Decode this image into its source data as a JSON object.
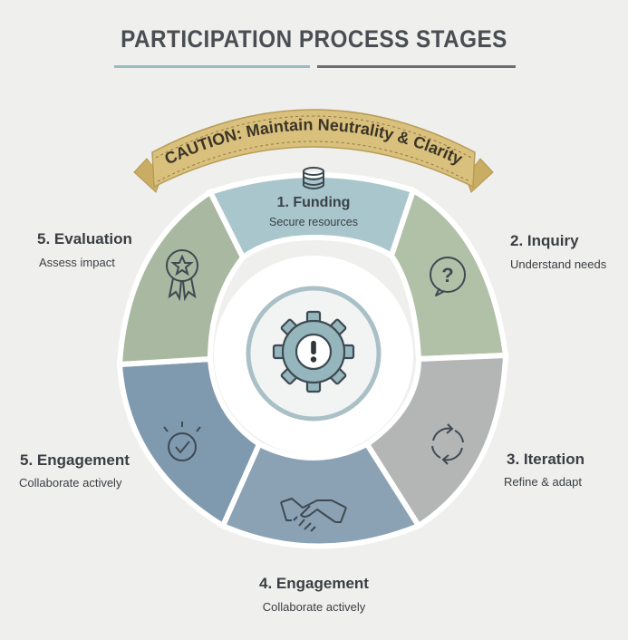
{
  "title": "PARTICIPATION PROCESS STAGES",
  "banner": "CAUTION: Maintain Neutrality & Clarity",
  "stages": {
    "funding": {
      "title": "1. Funding",
      "subtitle": "Secure resources",
      "icon": "database-coins-icon",
      "color": "#a8c6cb"
    },
    "inquiry": {
      "title": "2. Inquiry",
      "subtitle": "Understand needs",
      "icon": "question-bubble-icon",
      "color": "#b0c1a7"
    },
    "iteration": {
      "title": "3. Iteration",
      "subtitle": "Refine & adapt",
      "icon": "cycle-arrows-icon",
      "color": "#b4b5b5"
    },
    "engagement4": {
      "title": "4. Engagement",
      "subtitle": "Collaborate actively",
      "icon": "handshake-icon",
      "color": "#8aa2b4"
    },
    "engagement5": {
      "title": "5. Engagement",
      "subtitle": "Collaborate actively",
      "icon": "check-badge-icon",
      "color": "#7f9aae"
    },
    "evaluation": {
      "title": "5. Evaluation",
      "subtitle": "Assess impact",
      "icon": "award-ribbon-icon",
      "color": "#a9b8a0"
    }
  },
  "center": {
    "icon": "gear-exclamation-icon"
  },
  "colors": {
    "banner": "#d9c07c",
    "ring": "#ffffff",
    "accent": "#5b7a87"
  }
}
